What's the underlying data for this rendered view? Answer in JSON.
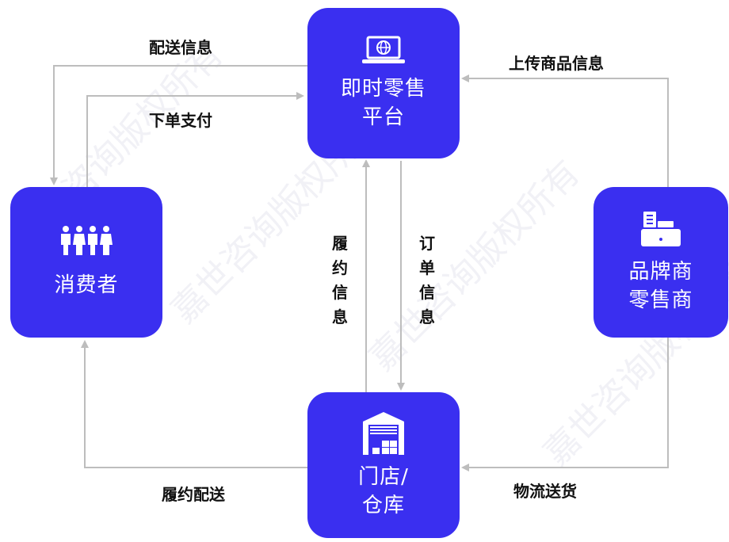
{
  "nodes": {
    "platform": "即时零售\n平台",
    "consumer": "消费者",
    "brand": "品牌商\n零售商",
    "store": "门店/\n仓库"
  },
  "edges": {
    "delivery_info": "配送信息",
    "order_pay": "下单支付",
    "upload_info": "上传商品信息",
    "fulfill_info": "履约信息",
    "order_info": "订单信息",
    "fulfill_delivery": "履约配送",
    "logistics": "物流送货"
  },
  "watermark": "嘉世咨询版权所有",
  "colors": {
    "node": "#3a2ff0",
    "arrow": "#bdbdbd"
  },
  "icons": {
    "platform": "laptop-globe-icon",
    "consumer": "people-group-icon",
    "brand": "cash-register-icon",
    "store": "warehouse-icon"
  }
}
